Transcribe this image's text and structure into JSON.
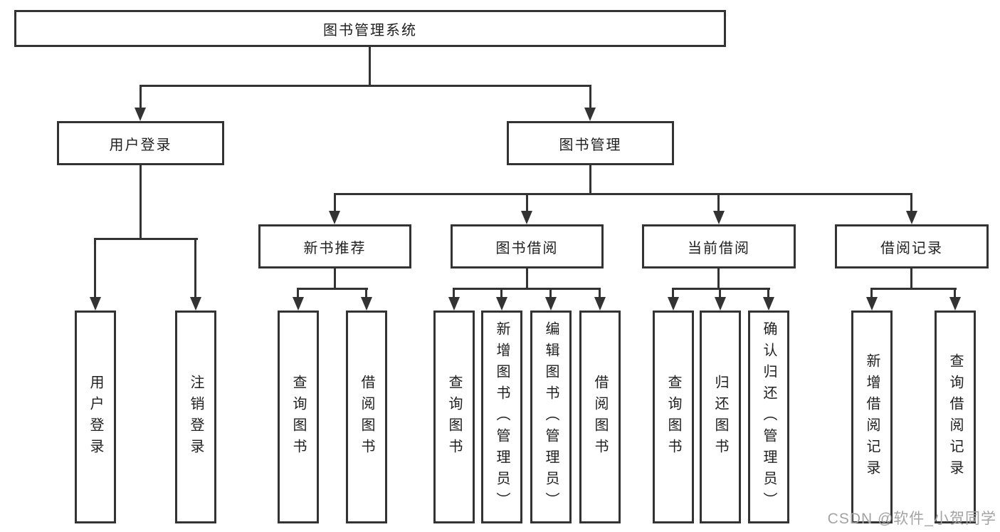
{
  "colors": {
    "line": "#333333",
    "text": "#1f1f1f",
    "watermark": "#a3a3a3",
    "background": "#ffffff"
  },
  "tree": {
    "root": {
      "label": "图书管理系统"
    },
    "level2": [
      {
        "label": "用户登录"
      },
      {
        "label": "图书管理"
      }
    ],
    "level3": [
      {
        "label": "新书推荐"
      },
      {
        "label": "图书借阅"
      },
      {
        "label": "当前借阅"
      },
      {
        "label": "借阅记录"
      }
    ],
    "leaf_groups": [
      {
        "parent": "用户登录",
        "items": [
          "用户登录",
          "注销登录"
        ]
      },
      {
        "parent": "新书推荐",
        "items": [
          "查询图书",
          "借阅图书"
        ]
      },
      {
        "parent": "图书借阅",
        "items": [
          "查询图书",
          "新增图书（管理员）",
          "编辑图书（管理员）",
          "借阅图书"
        ]
      },
      {
        "parent": "当前借阅",
        "items": [
          "查询图书",
          "归还图书",
          "确认归还（管理员）"
        ]
      },
      {
        "parent": "借阅记录",
        "items": [
          "新增借阅记录",
          "查询借阅记录"
        ]
      }
    ]
  },
  "watermark": {
    "text": "CSDN @软件_小贺同学"
  }
}
